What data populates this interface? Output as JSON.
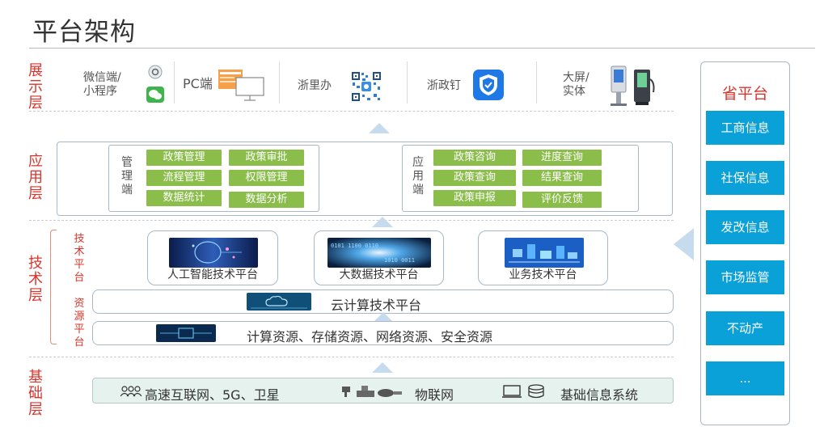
{
  "page_title": "平台架构",
  "layers": {
    "display": "展示层",
    "app": "应用层",
    "tech": "技术层",
    "base": "基础层"
  },
  "tech_sub": {
    "tech_platform": "技术平台",
    "resource_platform": "资源平台"
  },
  "display": {
    "wechat": "微信端/\n小程序",
    "pc": "PC端",
    "zheliban": "浙里办",
    "zhezhengding": "浙政钉",
    "screen": "大屏/\n实体"
  },
  "app": {
    "mgmt_label": "管理端",
    "mgmt_buttons": [
      "政策管理",
      "政策审批",
      "流程管理",
      "权限管理",
      "数据统计",
      "数据分析"
    ],
    "app_label": "应用端",
    "app_buttons": [
      "政策咨询",
      "进度查询",
      "政策查询",
      "结果查询",
      "政策申报",
      "评价反馈"
    ]
  },
  "tech": {
    "ai": "人工智能技术平台",
    "bigdata": "大数据技术平台",
    "business": "业务技术平台",
    "cloud": "云计算技术平台",
    "resources": "计算资源、存储资源、网络资源、安全资源"
  },
  "base": {
    "network": "高速互联网、5G、卫星",
    "iot": "物联网",
    "info": "基础信息系统"
  },
  "provincial": {
    "title": "省平台",
    "items": [
      "工商信息",
      "社保信息",
      "发改信息",
      "市场监管",
      "不动产",
      "..."
    ]
  },
  "colors": {
    "layer_label": "#d9342b",
    "green_button": "#8bbd4b",
    "provincial_item": "#0aa0d8",
    "arrow": "#c6dcee"
  }
}
